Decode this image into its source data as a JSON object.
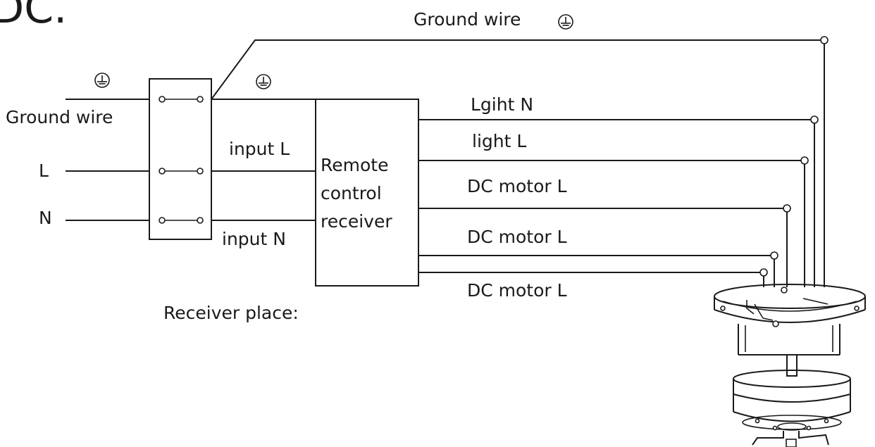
{
  "heading_fragment": "DC.",
  "labels": {
    "ground_wire_top": "Ground wire",
    "ground_wire_left": "Ground wire",
    "line_L": "L",
    "line_N": "N",
    "input_L": "input L",
    "input_N": "input  N",
    "receiver_line1": "Remote",
    "receiver_line2": "control",
    "receiver_line3": "receiver",
    "light_N": "Lgiht N",
    "light_L": "light L",
    "dc_motor_1": "DC motor L",
    "dc_motor_2": "DC motor L",
    "dc_motor_3": "DC motor L",
    "receiver_place": "Receiver place:"
  },
  "icons": {
    "ground_symbol": "ground-icon",
    "fan_canopy": "fan-canopy-icon",
    "fan_motor": "fan-motor-icon"
  },
  "colors": {
    "line": "#1a1a1a",
    "background": "#ffffff"
  }
}
